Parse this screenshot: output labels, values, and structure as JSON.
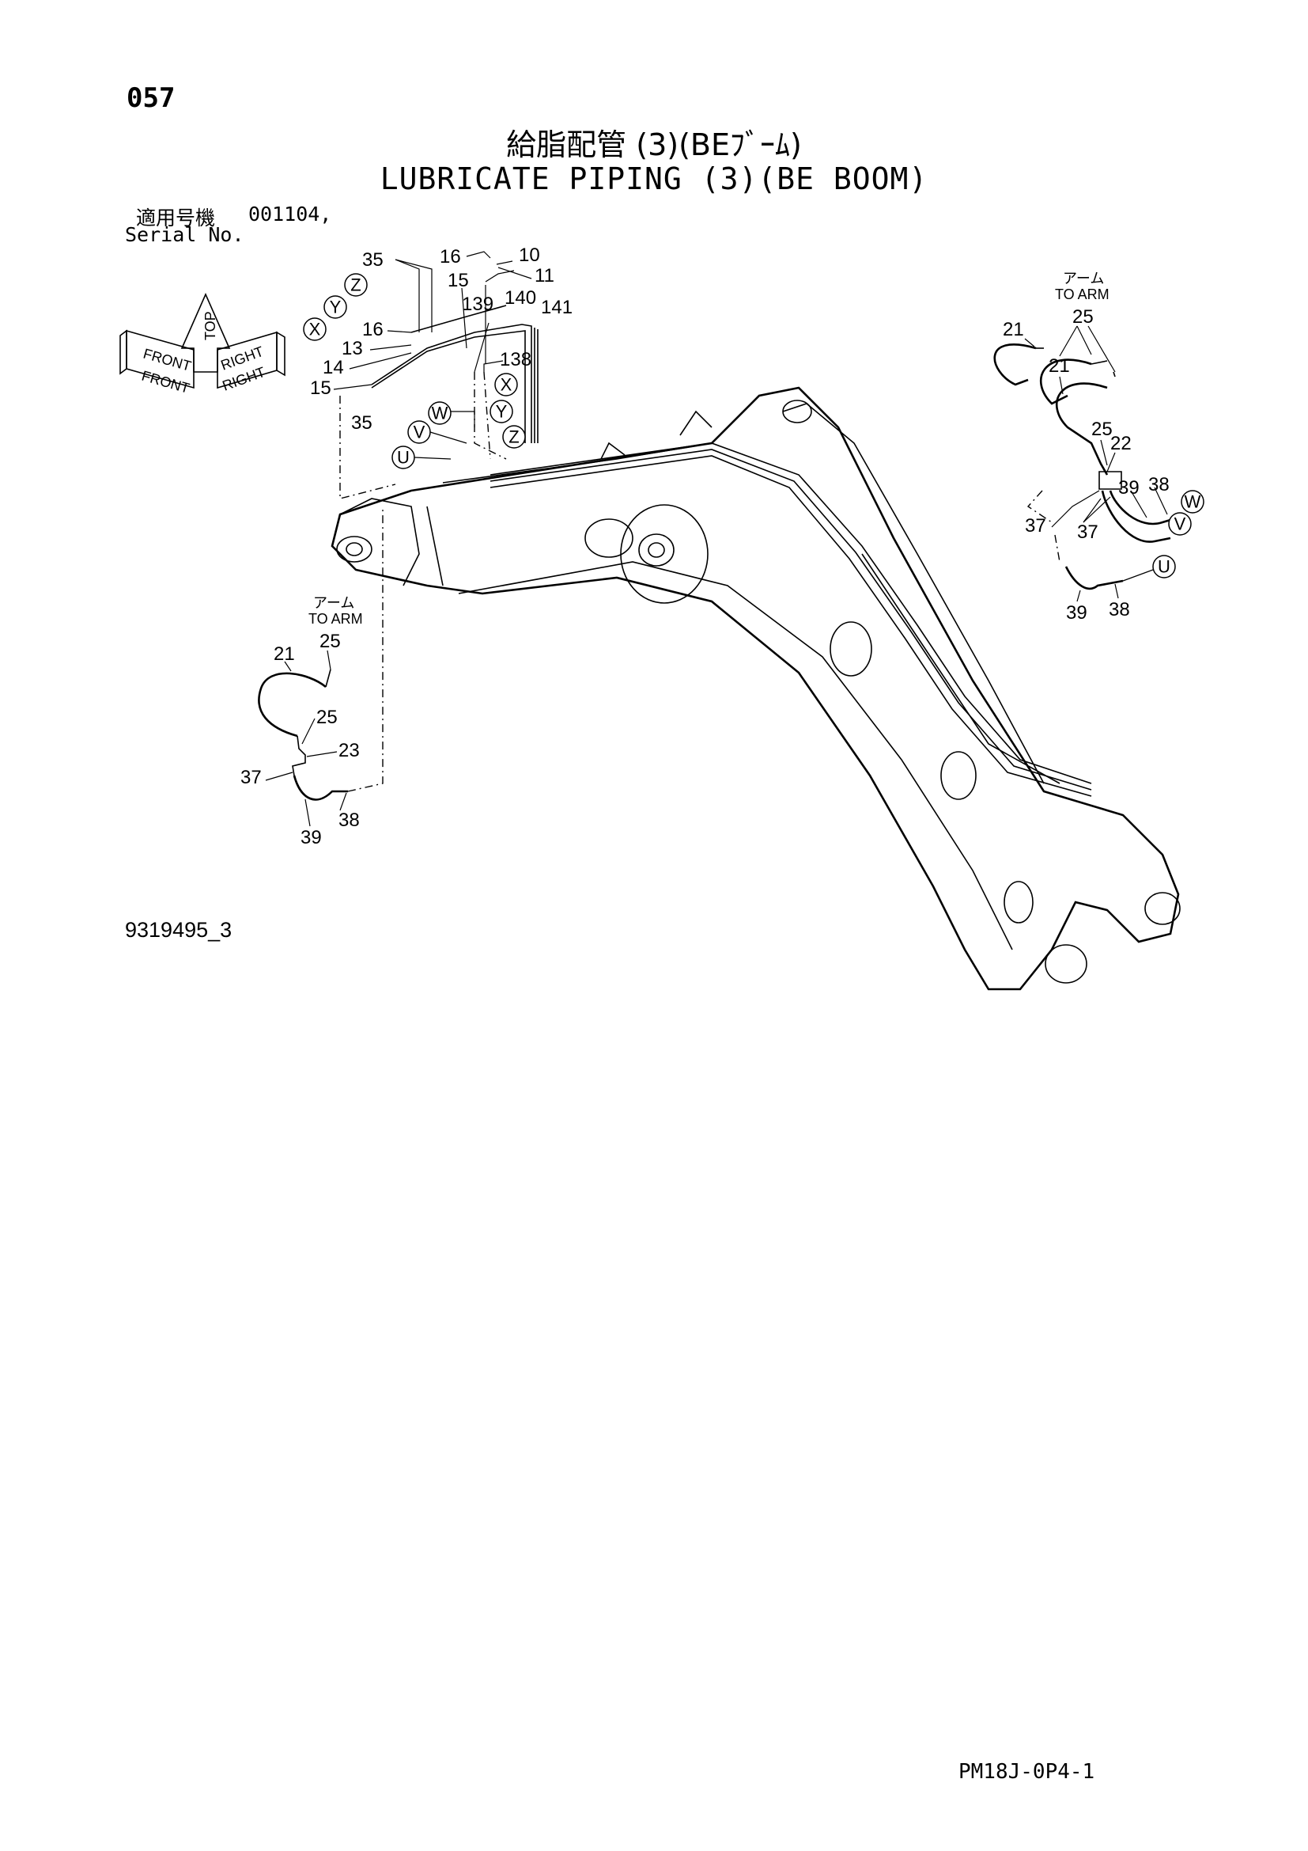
{
  "header": {
    "page_number": "057",
    "title_jp": "給脂配管 (3)(BEﾌﾞｰﾑ)",
    "title_en": "LUBRICATE PIPING (3)(BE BOOM)",
    "serial_label_jp": "適用号機",
    "serial_value": "001104,",
    "serial_label_en": "Serial No."
  },
  "orientation_icon": {
    "labels": [
      "TOP",
      "FRONT",
      "RIGHT",
      "FRONT",
      "RIGHT"
    ]
  },
  "callouts": {
    "top_cluster": [
      "35",
      "16",
      "10",
      "15",
      "11",
      "139",
      "140",
      "141",
      "16",
      "13",
      "14",
      "15",
      "138",
      "35"
    ],
    "circle_letters_top": [
      "X",
      "Y",
      "Z"
    ],
    "circle_letters_mid": [
      "X",
      "W",
      "Y",
      "V",
      "Z",
      "U"
    ],
    "left_cluster": {
      "to_arm_jp": "アーム",
      "to_arm_en": "TO ARM",
      "labels": [
        "21",
        "25",
        "25",
        "23",
        "37",
        "38",
        "39"
      ]
    },
    "right_cluster": {
      "to_arm_jp": "アーム",
      "to_arm_en": "TO ARM",
      "labels": [
        "21",
        "25",
        "21",
        "25",
        "22",
        "39",
        "38",
        "37",
        "37",
        "39",
        "38"
      ],
      "circle_letters": [
        "W",
        "V",
        "U"
      ]
    }
  },
  "footer": {
    "drawing_number": "9319495_3",
    "sheet_code": "PM18J-0P4-1"
  }
}
